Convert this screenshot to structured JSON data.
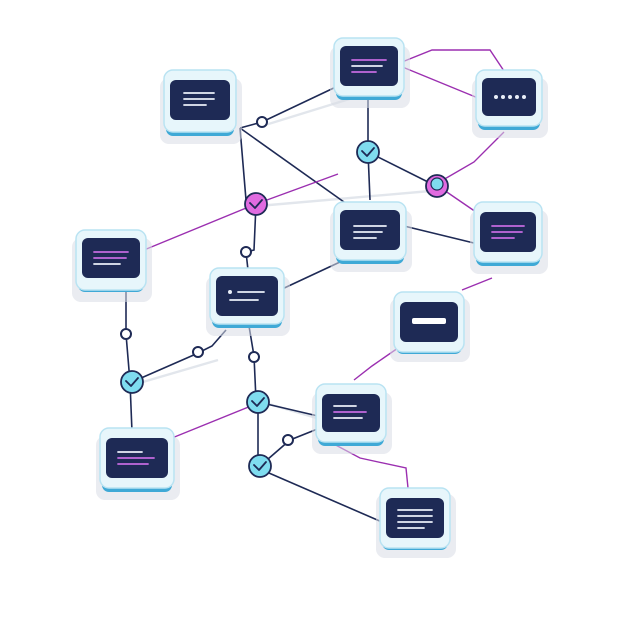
{
  "palette": {
    "node_face": "#1e2a55",
    "node_frame": "#e7f6fb",
    "node_base": "#3fa9d6",
    "edge_dark": "#1e2a55",
    "edge_purple": "#9b2fb0",
    "check_cyan": "#7fdcef",
    "check_magenta": "#e06be0"
  },
  "nodes": [
    {
      "id": "n1",
      "icon": "text-lines-icon"
    },
    {
      "id": "n2",
      "icon": "text-lines-purple-icon"
    },
    {
      "id": "n3",
      "icon": "ellipsis-icon"
    },
    {
      "id": "n4",
      "icon": "text-lines-purple-icon"
    },
    {
      "id": "n5",
      "icon": "text-lines-icon"
    },
    {
      "id": "n6",
      "icon": "text-lines-purple-icon"
    },
    {
      "id": "n7",
      "icon": "bullet-line-icon"
    },
    {
      "id": "n8",
      "icon": "minus-bar-icon"
    },
    {
      "id": "n9",
      "icon": "text-lines-purple-icon"
    },
    {
      "id": "n10",
      "icon": "text-lines-purple-icon"
    },
    {
      "id": "n11",
      "icon": "text-lines-icon"
    }
  ],
  "checkpoints": [
    {
      "id": "c1",
      "style": "cyan",
      "icon": "check-icon"
    },
    {
      "id": "c2",
      "style": "magenta",
      "icon": "check-icon"
    },
    {
      "id": "c3",
      "style": "magenta",
      "icon": "check-icon"
    },
    {
      "id": "c4",
      "style": "cyan",
      "icon": "check-icon"
    },
    {
      "id": "c5",
      "style": "cyan",
      "icon": "check-icon"
    },
    {
      "id": "c6",
      "style": "cyan",
      "icon": "check-icon"
    }
  ]
}
